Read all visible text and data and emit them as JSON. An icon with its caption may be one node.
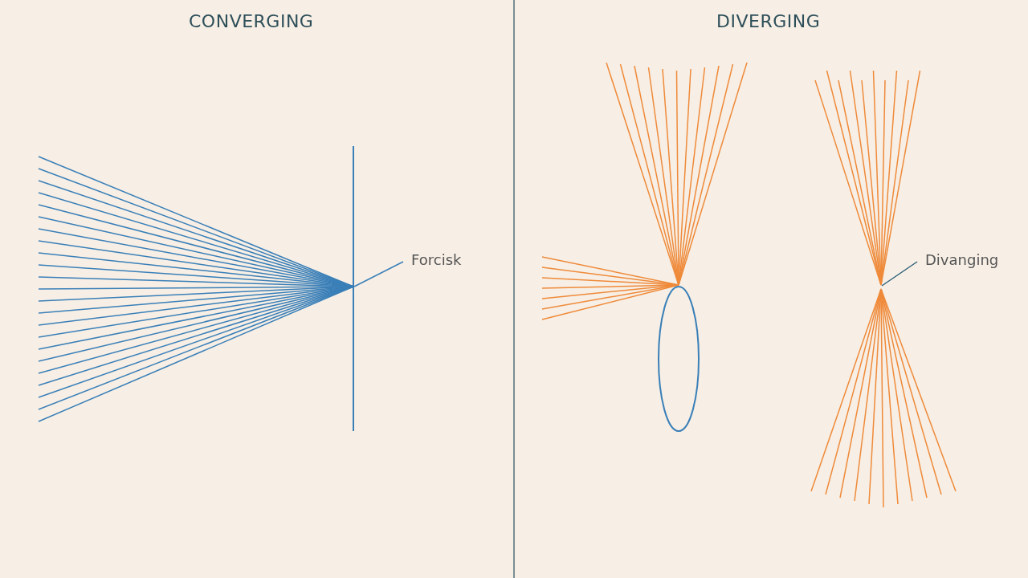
{
  "diagram": {
    "nodes": [
      {
        "text": [
          "Forcisk"
        ]
      },
      {
        "text": [
          "Divanging"
        ]
      },
      {
        "text": [],
        "shape": "picture"
      },
      {
        "text": [],
        "shape": "picture"
      }
    ],
    "edges": [
      {
        "from": 0,
        "to": 2,
        "arrow": "none"
      },
      {
        "from": 1,
        "to": 3,
        "arrow": "none"
      }
    ],
    "labels": [
      "CONVERGING",
      "DIVERGING"
    ]
  }
}
